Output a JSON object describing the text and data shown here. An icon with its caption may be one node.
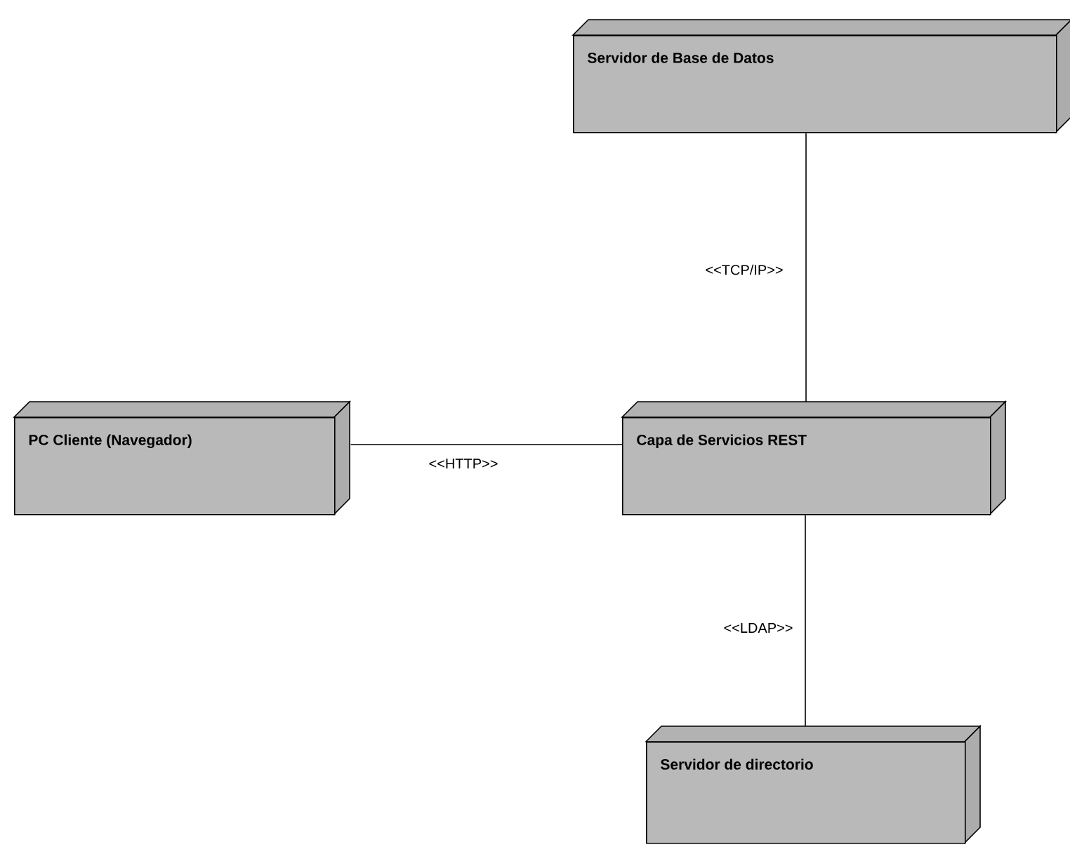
{
  "diagram": {
    "nodes": [
      {
        "text": [
          "Servidor de Base de Datos"
        ]
      },
      {
        "text": [
          "PC Cliente (Navegador)"
        ]
      },
      {
        "text": [
          "Capa de Servicios REST"
        ]
      },
      {
        "text": [
          "Servidor de directorio"
        ]
      }
    ],
    "edges": [
      {
        "from": 0,
        "to": 2,
        "arrow": "none",
        "label": "<<TCP/IP>>"
      },
      {
        "from": 1,
        "to": 2,
        "arrow": "none",
        "label": "<<HTTP>>"
      },
      {
        "from": 2,
        "to": 3,
        "arrow": "none",
        "label": "<<LDAP>>"
      }
    ]
  }
}
